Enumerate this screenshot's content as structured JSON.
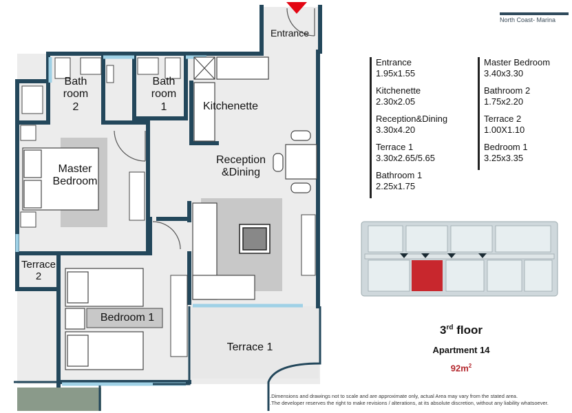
{
  "brand": {
    "location": "North Coast- Marina"
  },
  "rooms": {
    "entrance": "Entrance",
    "bathroom2_l1": "Bath",
    "bathroom2_l2": "room",
    "bathroom2_l3": "2",
    "bathroom1_l1": "Bath",
    "bathroom1_l2": "room",
    "bathroom1_l3": "1",
    "kitchenette": "Kitchenette",
    "reception_l1": "Reception",
    "reception_l2": "&Dining",
    "master_l1": "Master",
    "master_l2": "Bedroom",
    "terrace2_l1": "Terrace",
    "terrace2_l2": "2",
    "bedroom1": "Bedroom 1",
    "terrace1": "Terrace 1"
  },
  "dimensions": {
    "left": [
      {
        "name": "Entrance",
        "size": "1.95x1.55"
      },
      {
        "name": "Kitchenette",
        "size": "2.30x2.05"
      },
      {
        "name": "Reception&Dining",
        "size": "3.30x4.20"
      },
      {
        "name": "Terrace 1",
        "size": "3.30x2.65/5.65"
      },
      {
        "name": "Bathroom 1",
        "size": "2.25x1.75"
      }
    ],
    "right": [
      {
        "name": "Master Bedroom",
        "size": "3.40x3.30"
      },
      {
        "name": "Bathroom 2",
        "size": "1.75x2.20"
      },
      {
        "name": "Terrace 2",
        "size": "1.00X1.10"
      },
      {
        "name": "Bedroom 1",
        "size": "3.25x3.35"
      }
    ]
  },
  "summary": {
    "floor_num": "3",
    "floor_sup": "rd",
    "floor_word": " floor",
    "apartment": "Apartment 14",
    "area_value": "92m",
    "area_sup": "2"
  },
  "disclaimer": {
    "line1": ".Dimensions and drawings not to scale and are approximate only, actual Area may vary from the stated area.",
    "line2": ".The developer reserves the right to make revisions / alterations, at its absolute discretion, without any liability whatsoever."
  },
  "colors": {
    "wall": "#23475b",
    "glass": "#9fd1e6",
    "furniture": "#c8c8c8",
    "highlight": "#c8272d",
    "keyplan": "#cfd8dc"
  }
}
